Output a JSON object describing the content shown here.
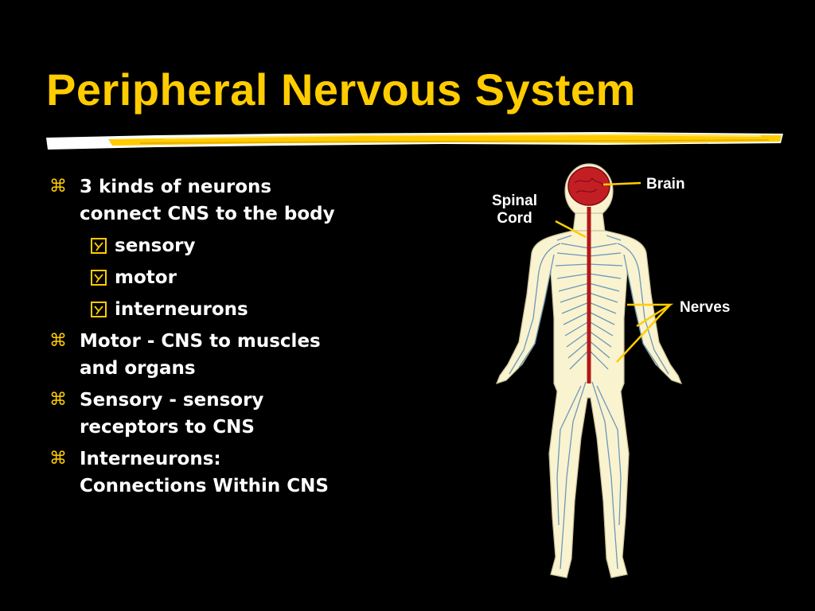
{
  "slide": {
    "title": "Peripheral Nervous System",
    "bullets": [
      {
        "line1": "3 kinds of neurons",
        "line2": "connect CNS to the body"
      },
      {
        "line1": "Motor  - CNS to muscles",
        "line2": "and organs"
      },
      {
        "line1": "Sensory  - sensory",
        "line2": "receptors to CNS"
      },
      {
        "line1": "Interneurons:",
        "line2": "Connections Within CNS"
      }
    ],
    "subitems": [
      "sensory",
      "motor",
      "interneurons"
    ],
    "bullet_glyph": "⌘",
    "colors": {
      "background": "#000000",
      "title": "#ffcc00",
      "text": "#ffffff",
      "accent": "#ffcc00"
    }
  },
  "diagram": {
    "labels": {
      "brain": "Brain",
      "spinal_cord_line1": "Spinal",
      "spinal_cord_line2": "Cord",
      "nerves": "Nerves"
    },
    "colors": {
      "body": "#faf3d0",
      "nerve": "#5b8fb8",
      "cord": "#b01818",
      "brain": "#c41e25",
      "pointer": "#ffcc00"
    }
  }
}
